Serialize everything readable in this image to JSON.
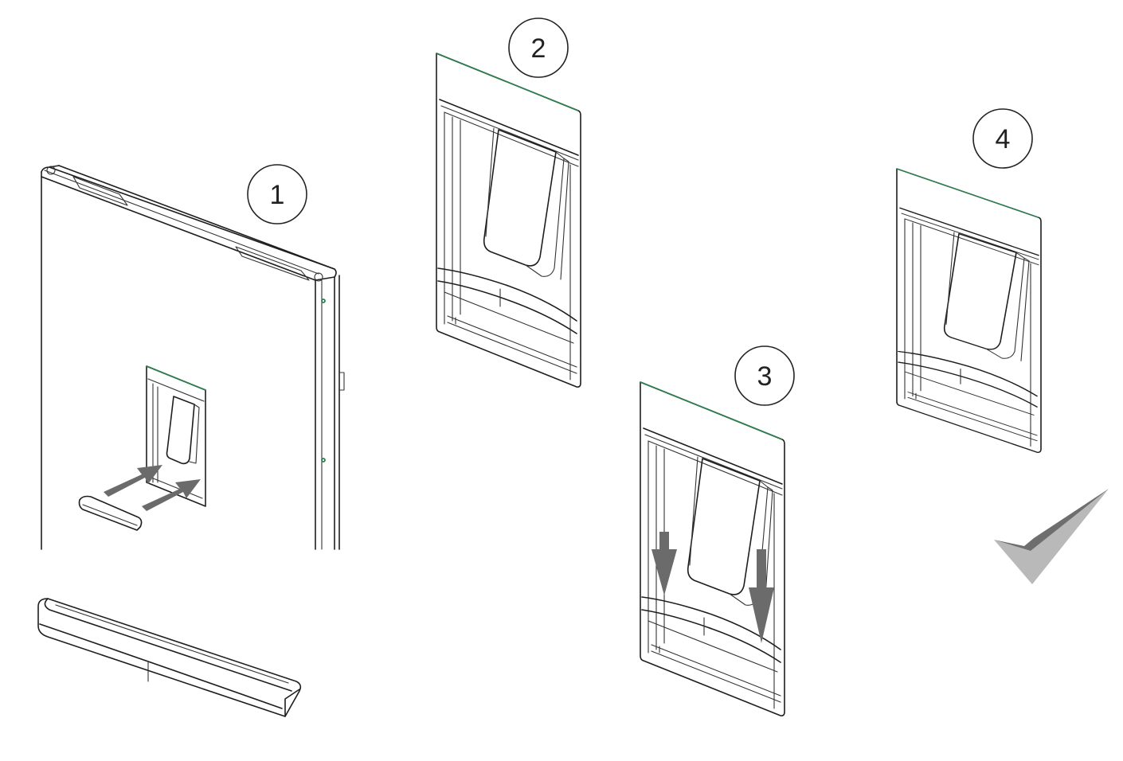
{
  "steps": [
    {
      "number": "1"
    },
    {
      "number": "2"
    },
    {
      "number": "3"
    },
    {
      "number": "4"
    }
  ],
  "colors": {
    "stroke": "#1e1e1e",
    "accent_green": "#2e7d4f",
    "arrow_fill": "#6b6b6b",
    "check_dark": "#6e6e6e",
    "check_light": "#b9b9b9"
  },
  "icons": {
    "push_arrows": "arrow-right-icon",
    "down_arrows": "arrow-down-icon",
    "done": "checkmark-icon"
  }
}
